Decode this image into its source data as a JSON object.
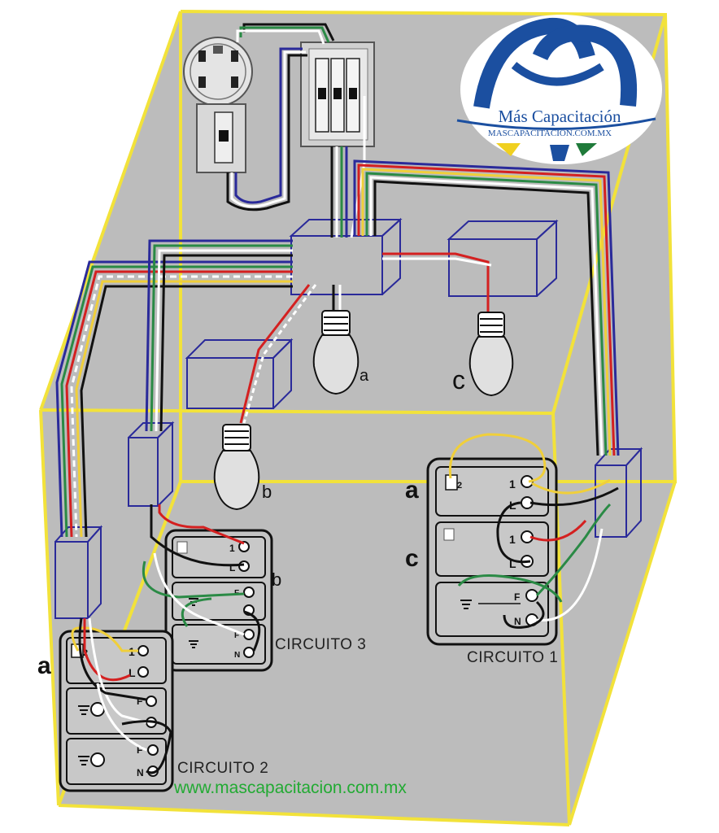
{
  "logo": {
    "name": "Más Capacitación",
    "url": "MASCAPACITACION.COM.MX"
  },
  "circuits": {
    "c1": "CIRCUITO 1",
    "c2": "CIRCUITO 2",
    "c3": "CIRCUITO 3"
  },
  "bulb_labels": {
    "a": "a",
    "b": "b",
    "c": "c"
  },
  "switch_labels": {
    "a_right": "a",
    "c_right": "c",
    "b_mid": "b",
    "a_left": "a"
  },
  "terminals": {
    "one": "1",
    "two": "2",
    "L": "L",
    "F": "F",
    "N": "N"
  },
  "website": "www.mascapacitacion.com.mx",
  "colors": {
    "background": "#bcbcbc",
    "frame": "#f2e23a",
    "box_outline": "#2a2a9a",
    "wire_black": "#111111",
    "wire_white": "#ffffff",
    "wire_red": "#d42020",
    "wire_green": "#2a8a45",
    "wire_yellow": "#f0cf3a",
    "wire_blue": "#2a2a9a",
    "logo_blue": "#1b4fa0",
    "website_green": "#22aa33"
  }
}
